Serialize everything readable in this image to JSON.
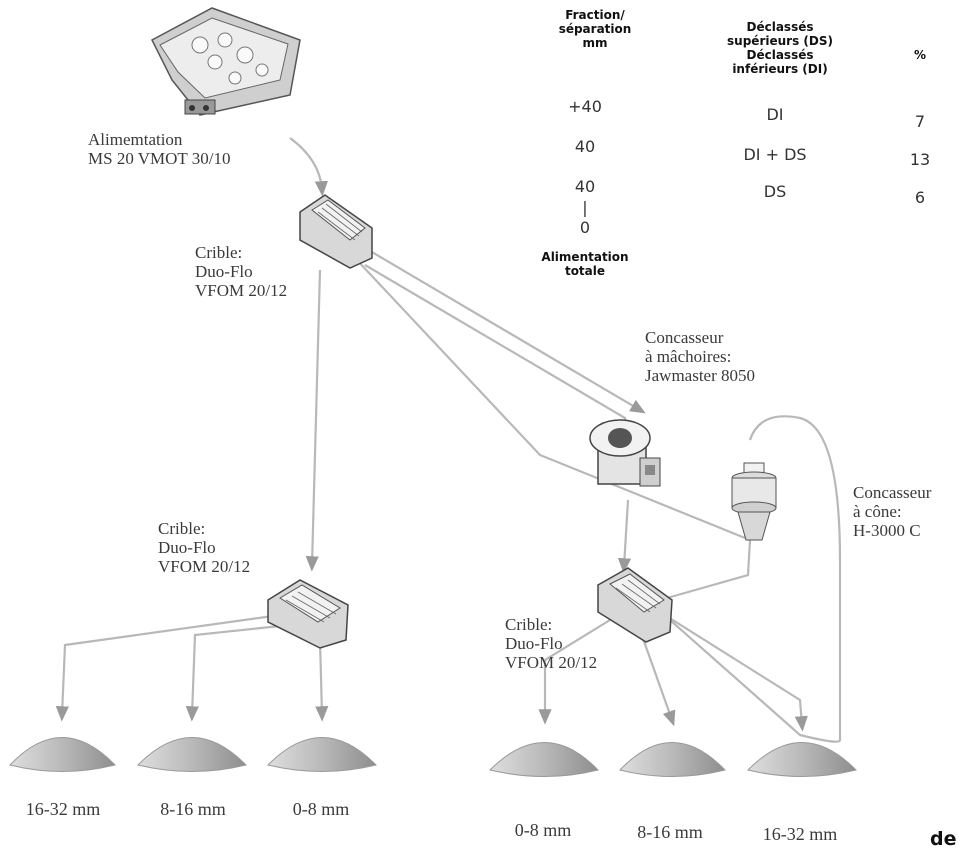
{
  "table": {
    "headers": {
      "fraction": "Fraction/\nséparation\nmm",
      "class": "Déclassés\nsupérieurs (DS)\nDéclassés\ninférieurs (DI)",
      "pct": "%"
    },
    "rows": [
      {
        "fraction": "+40",
        "class": "DI",
        "pct": "7"
      },
      {
        "fraction": "40",
        "class": "DI + DS",
        "pct": "13"
      },
      {
        "fraction": "40",
        "class": "DS",
        "pct": "6"
      }
    ],
    "range_bar": "|",
    "range_zero": "0",
    "footer": "Alimentation\ntotale"
  },
  "machines": {
    "feeder": "Alimemtation\nMS 20 VMOT 30/10",
    "screen1": "Crible:\nDuo-Flo\nVFOM 20/12",
    "screen2": "Crible:\nDuo-Flo\nVFOM 20/12",
    "screen3": "Crible:\nDuo-Flo\nVFOM 20/12",
    "jaw": "Concasseur\nà mâchoires:\nJawmaster 8050",
    "cone": "Concasseur\nà cône:\nH-3000 C"
  },
  "piles": [
    "16-32 mm",
    "8-16 mm",
    "0-8 mm",
    "0-8 mm",
    "8-16 mm",
    "16-32 mm"
  ],
  "corner_text": "de"
}
